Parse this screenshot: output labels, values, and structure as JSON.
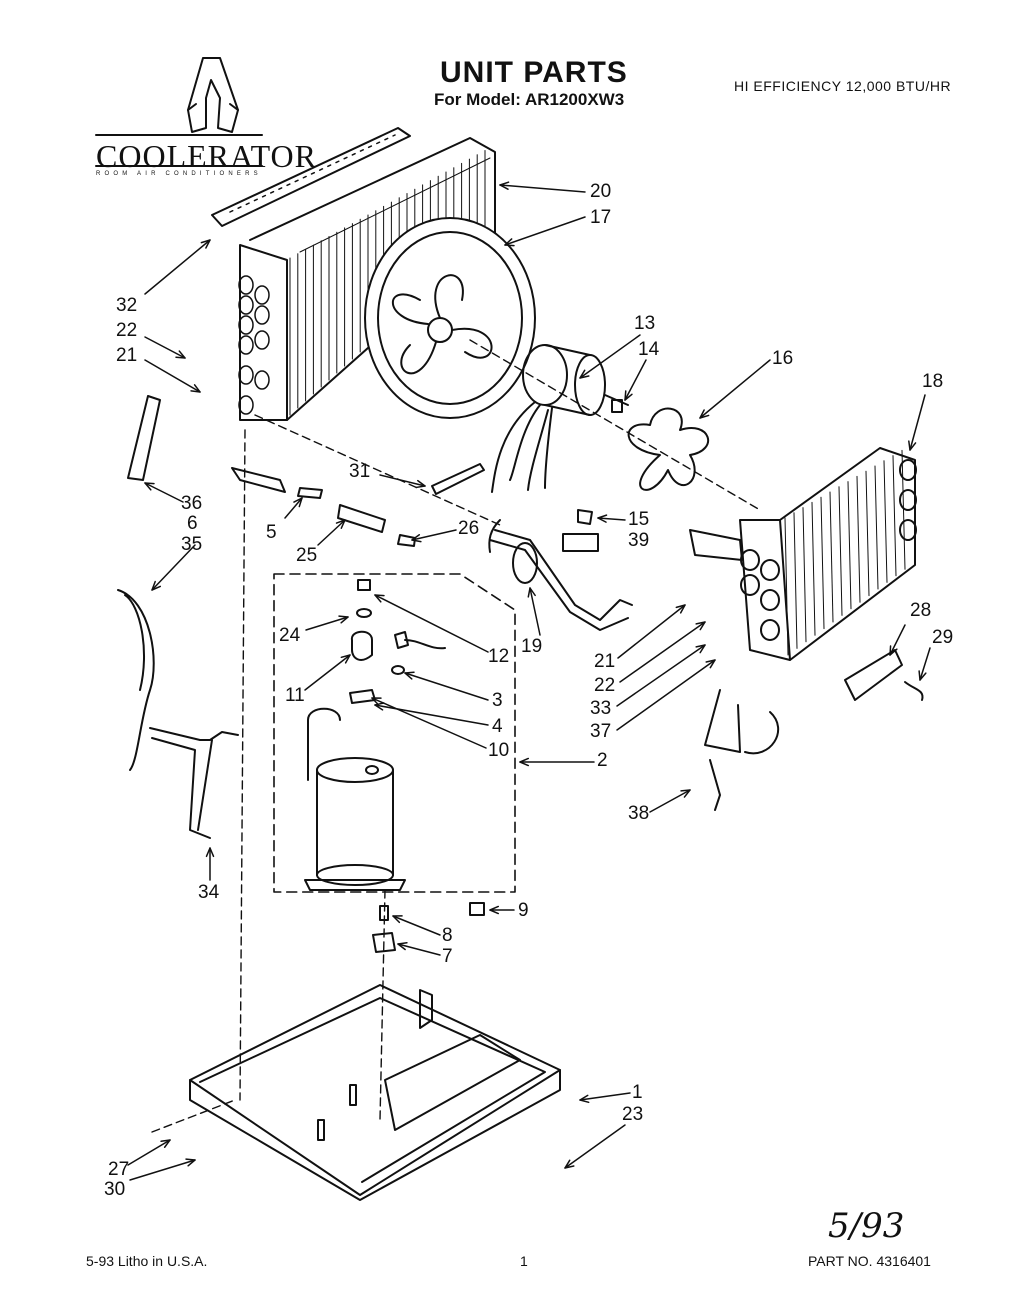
{
  "header": {
    "title": "UNIT PARTS",
    "subtitle": "For Model: AR1200XW3",
    "spec": "HI EFFICIENCY 12,000 BTU/HR"
  },
  "brand": {
    "name": "COOLERATOR",
    "tagline": "ROOM AIR CONDITIONERS"
  },
  "footer": {
    "litho": "5-93 Litho in U.S.A.",
    "page": "1",
    "part_no": "PART NO. 4316401",
    "handwritten_date": "5/93"
  },
  "callouts": [
    {
      "id": "c20",
      "label": "20"
    },
    {
      "id": "c17",
      "label": "17"
    },
    {
      "id": "c32",
      "label": "32"
    },
    {
      "id": "c22a",
      "label": "22"
    },
    {
      "id": "c21a",
      "label": "21"
    },
    {
      "id": "c13",
      "label": "13"
    },
    {
      "id": "c14",
      "label": "14"
    },
    {
      "id": "c16",
      "label": "16"
    },
    {
      "id": "c18",
      "label": "18"
    },
    {
      "id": "c31",
      "label": "31"
    },
    {
      "id": "c36",
      "label": "36"
    },
    {
      "id": "c6",
      "label": "6"
    },
    {
      "id": "c35",
      "label": "35"
    },
    {
      "id": "c5",
      "label": "5"
    },
    {
      "id": "c25",
      "label": "25"
    },
    {
      "id": "c26",
      "label": "26"
    },
    {
      "id": "c15",
      "label": "15"
    },
    {
      "id": "c39",
      "label": "39"
    },
    {
      "id": "c24",
      "label": "24"
    },
    {
      "id": "c12",
      "label": "12"
    },
    {
      "id": "c19",
      "label": "19"
    },
    {
      "id": "c11",
      "label": "11"
    },
    {
      "id": "c3",
      "label": "3"
    },
    {
      "id": "c4",
      "label": "4"
    },
    {
      "id": "c10",
      "label": "10"
    },
    {
      "id": "c2",
      "label": "2"
    },
    {
      "id": "c21b",
      "label": "21"
    },
    {
      "id": "c22b",
      "label": "22"
    },
    {
      "id": "c33",
      "label": "33"
    },
    {
      "id": "c37",
      "label": "37"
    },
    {
      "id": "c28",
      "label": "28"
    },
    {
      "id": "c29",
      "label": "29"
    },
    {
      "id": "c38",
      "label": "38"
    },
    {
      "id": "c34",
      "label": "34"
    },
    {
      "id": "c9",
      "label": "9"
    },
    {
      "id": "c8",
      "label": "8"
    },
    {
      "id": "c7",
      "label": "7"
    },
    {
      "id": "c1",
      "label": "1"
    },
    {
      "id": "c23",
      "label": "23"
    },
    {
      "id": "c27",
      "label": "27"
    },
    {
      "id": "c30",
      "label": "30"
    }
  ]
}
